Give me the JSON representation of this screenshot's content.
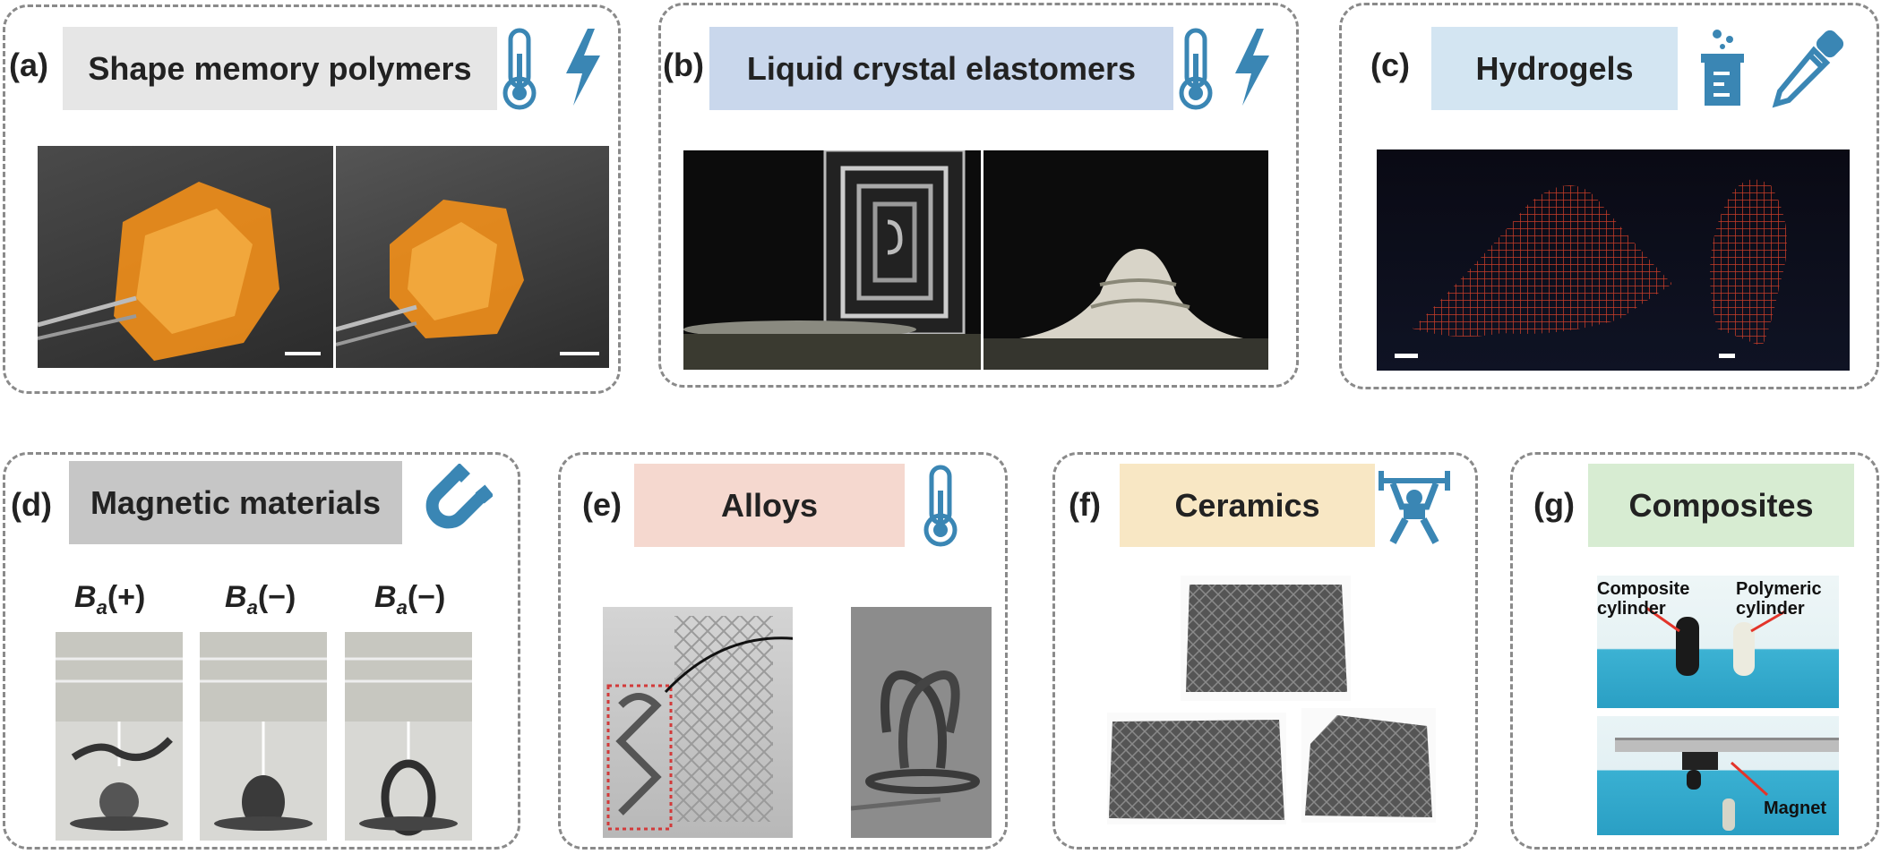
{
  "panels": [
    {
      "letter": "(a)",
      "title": "Shape memory polymers",
      "title_color": "#e6e6e6",
      "icons": [
        "thermometer-icon",
        "lightning-icon"
      ]
    },
    {
      "letter": "(b)",
      "title": "Liquid crystal elastomers",
      "title_color": "#c9d7ec",
      "icons": [
        "thermometer-icon",
        "lightning-icon"
      ]
    },
    {
      "letter": "(c)",
      "title": "Hydrogels",
      "title_color": "#d3e5f2",
      "icons": [
        "beaker-icon",
        "dropper-icon"
      ]
    },
    {
      "letter": "(d)",
      "title": "Magnetic materials",
      "title_color": "#c6c6c6",
      "icons": [
        "magnet-icon"
      ]
    },
    {
      "letter": "(e)",
      "title": "Alloys",
      "title_color": "#f5d8cf",
      "icons": [
        "thermometer-icon"
      ]
    },
    {
      "letter": "(f)",
      "title": "Ceramics",
      "title_color": "#f8e7c4",
      "icons": [
        "weightlifter-icon"
      ]
    },
    {
      "letter": "(g)",
      "title": "Composites",
      "title_color": "#d7ecd2",
      "icons": []
    }
  ],
  "magnetic_labels": [
    {
      "b": "B",
      "sub": "a",
      "sign": "(+)"
    },
    {
      "b": "B",
      "sub": "a",
      "sign": "(−)"
    },
    {
      "b": "B",
      "sub": "a",
      "sign": "(−)"
    }
  ],
  "composites": {
    "label_composite": "Composite cylinder",
    "label_polymeric": "Polymeric cylinder",
    "label_magnet": "Magnet"
  },
  "colors": {
    "icon": "#3a86b4",
    "border": "#8a8a8a"
  }
}
